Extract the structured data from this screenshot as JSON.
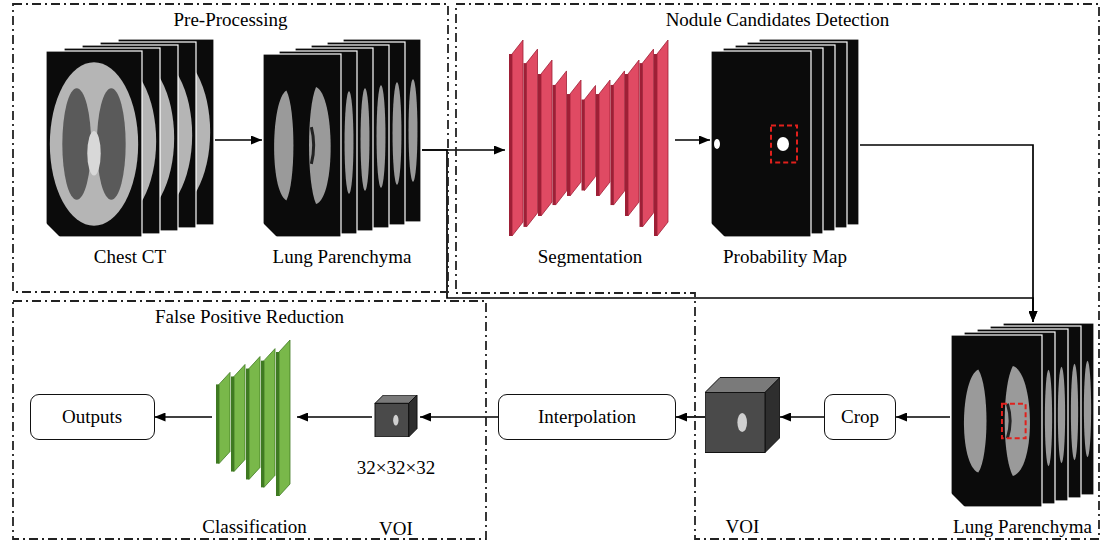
{
  "diagram": {
    "nodes": [
      {
        "text": [
          "Pre-Processing"
        ]
      },
      {
        "text": [
          "Chest CT"
        ],
        "in": 0
      },
      {
        "text": [
          "Lung Parenchyma"
        ],
        "in": 0
      },
      {
        "text": [
          "Nodule Candidates Detection"
        ]
      },
      {
        "text": [
          "Segmentation"
        ],
        "in": 3
      },
      {
        "text": [
          "Probability Map"
        ],
        "in": 3
      },
      {
        "text": [
          "Lung Parenchyma"
        ],
        "in": 3
      },
      {
        "text": [
          "Crop"
        ],
        "in": 3
      },
      {
        "text": [
          "VOI"
        ],
        "in": 3
      },
      {
        "text": [
          "Interpolation"
        ]
      },
      {
        "text": [
          "False Positive Reduction"
        ]
      },
      {
        "text": [
          "32×32×32",
          "VOI"
        ],
        "in": 10
      },
      {
        "text": [
          "Classification"
        ],
        "in": 10
      },
      {
        "text": [
          "Outputs"
        ],
        "in": 10
      }
    ],
    "edges": [
      {
        "from": 1,
        "to": 2,
        "arrow": "to"
      },
      {
        "from": 2,
        "to": 4,
        "arrow": "to"
      },
      {
        "from": 2,
        "to": 6,
        "arrow": "to"
      },
      {
        "from": 4,
        "to": 5,
        "arrow": "to"
      },
      {
        "from": 5,
        "to": 6,
        "arrow": "to"
      },
      {
        "from": 6,
        "to": 7,
        "arrow": "to"
      },
      {
        "from": 7,
        "to": 8,
        "arrow": "to"
      },
      {
        "from": 8,
        "to": 9,
        "arrow": "to"
      },
      {
        "from": 9,
        "to": 11,
        "arrow": "to"
      },
      {
        "from": 11,
        "to": 12,
        "arrow": "to"
      },
      {
        "from": 12,
        "to": 13,
        "arrow": "to"
      }
    ]
  }
}
